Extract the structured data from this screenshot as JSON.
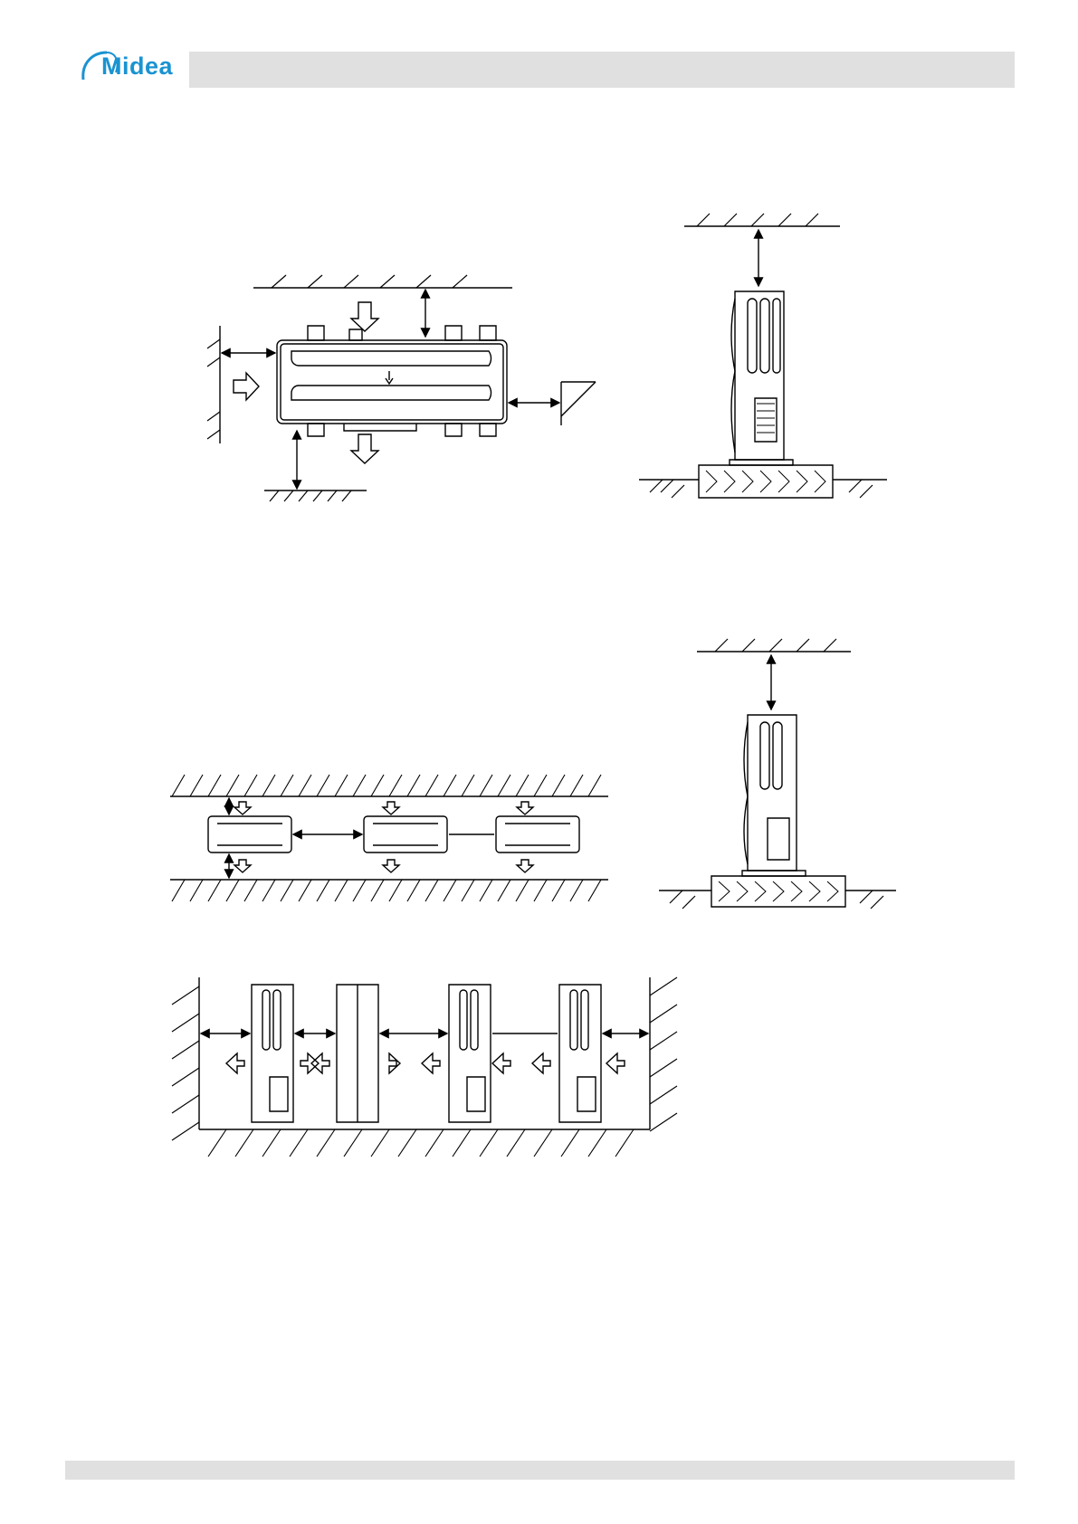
{
  "brand": {
    "name": "Midea",
    "color": "#1a93d1"
  },
  "header": {
    "bar_color": "#e0e0e0"
  },
  "footer": {
    "bar_color": "#e0e0e0"
  },
  "figures": [
    {
      "id": "single-unit-top-view"
    },
    {
      "id": "single-unit-side-view"
    },
    {
      "id": "multi-unit-row-top-view"
    },
    {
      "id": "multi-unit-side-view"
    },
    {
      "id": "multi-unit-front-view"
    }
  ]
}
